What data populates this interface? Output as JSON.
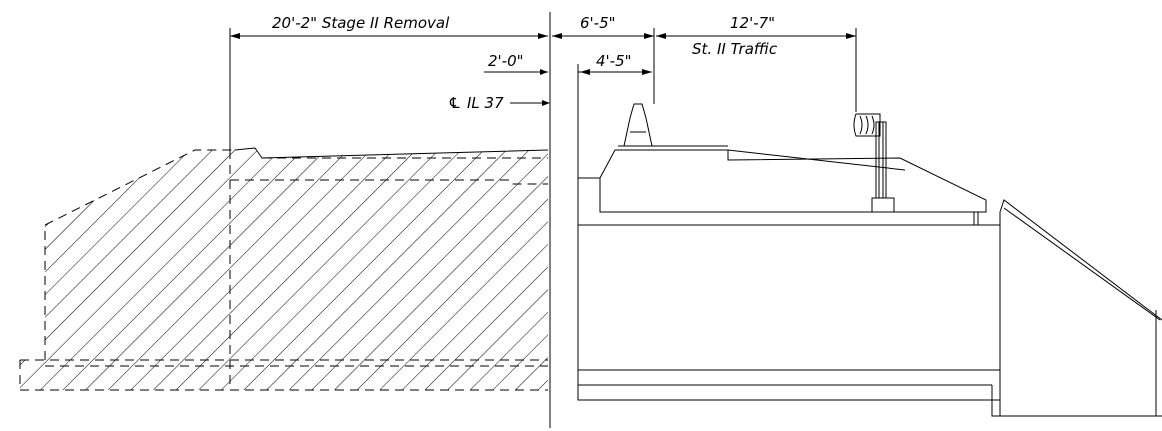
{
  "dimensions": {
    "stage2_removal": "20'-2\" Stage II Removal",
    "width_6_5": "6'-5\"",
    "width_12_7": "12'-7\"",
    "stage2_traffic": "St. II Traffic",
    "offset_2_0": "2'-0\"",
    "width_4_5": "4'-5\""
  },
  "centerline": {
    "symbol": "℄",
    "label": "IL 37"
  }
}
